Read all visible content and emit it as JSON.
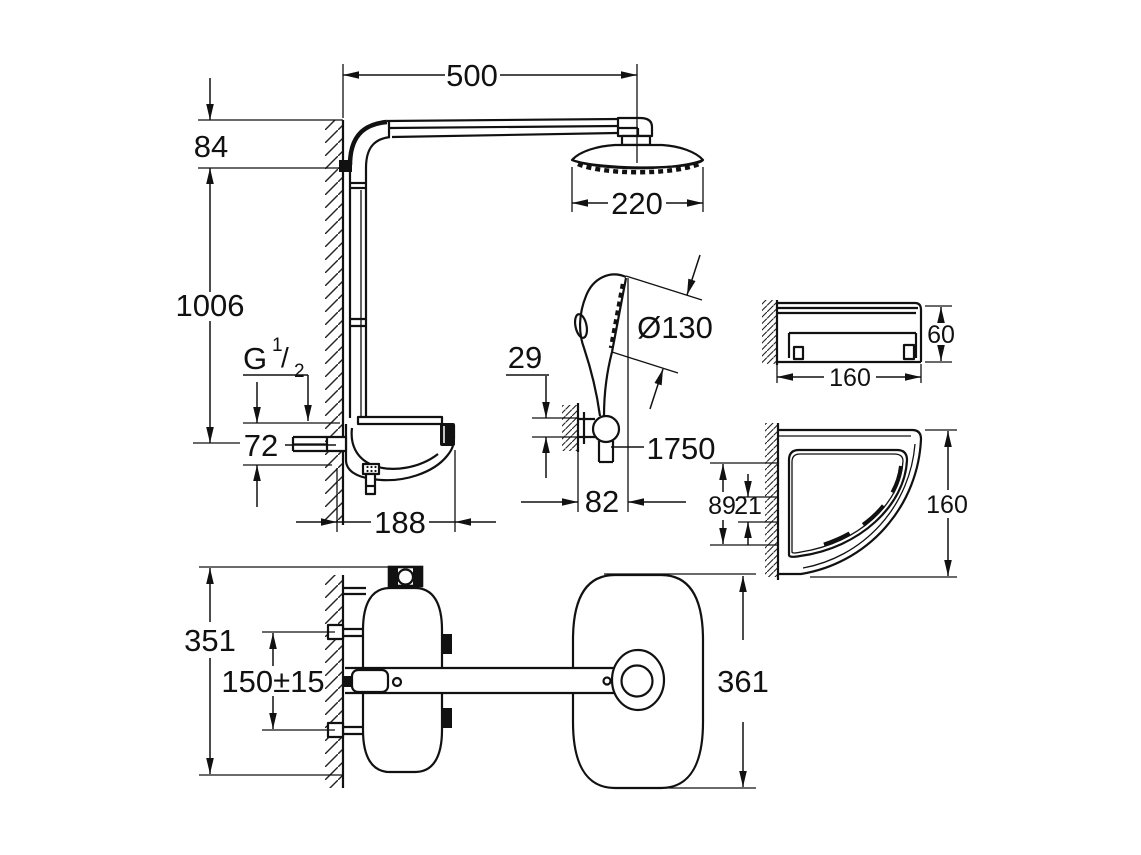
{
  "drawing": {
    "colors": {
      "background": "#ffffff",
      "line": "#111111"
    },
    "front_view": {
      "dim_width": "500",
      "dim_arm_drop": "84",
      "dim_riser_height": "1006",
      "dim_head_diameter": "220",
      "thread_g": "G",
      "thread_numerator": "1",
      "thread_slash": "/",
      "thread_denominator": "2",
      "dim_inlet_span": "72",
      "dim_depth": "188"
    },
    "hand_shower_view": {
      "dim_diameter": "Ø130",
      "dim_bracket_height": "29",
      "dim_hose_length": "1750",
      "dim_wall_offset": "82"
    },
    "shelf_side_view": {
      "dim_width": "160",
      "dim_height": "60"
    },
    "shelf_top_view": {
      "dim_mount_a": "89",
      "dim_mount_b": "21",
      "dim_depth": "160"
    },
    "bottom_view": {
      "dim_total_height": "351",
      "dim_supply_span": "150±15",
      "dim_head_length": "361"
    }
  }
}
